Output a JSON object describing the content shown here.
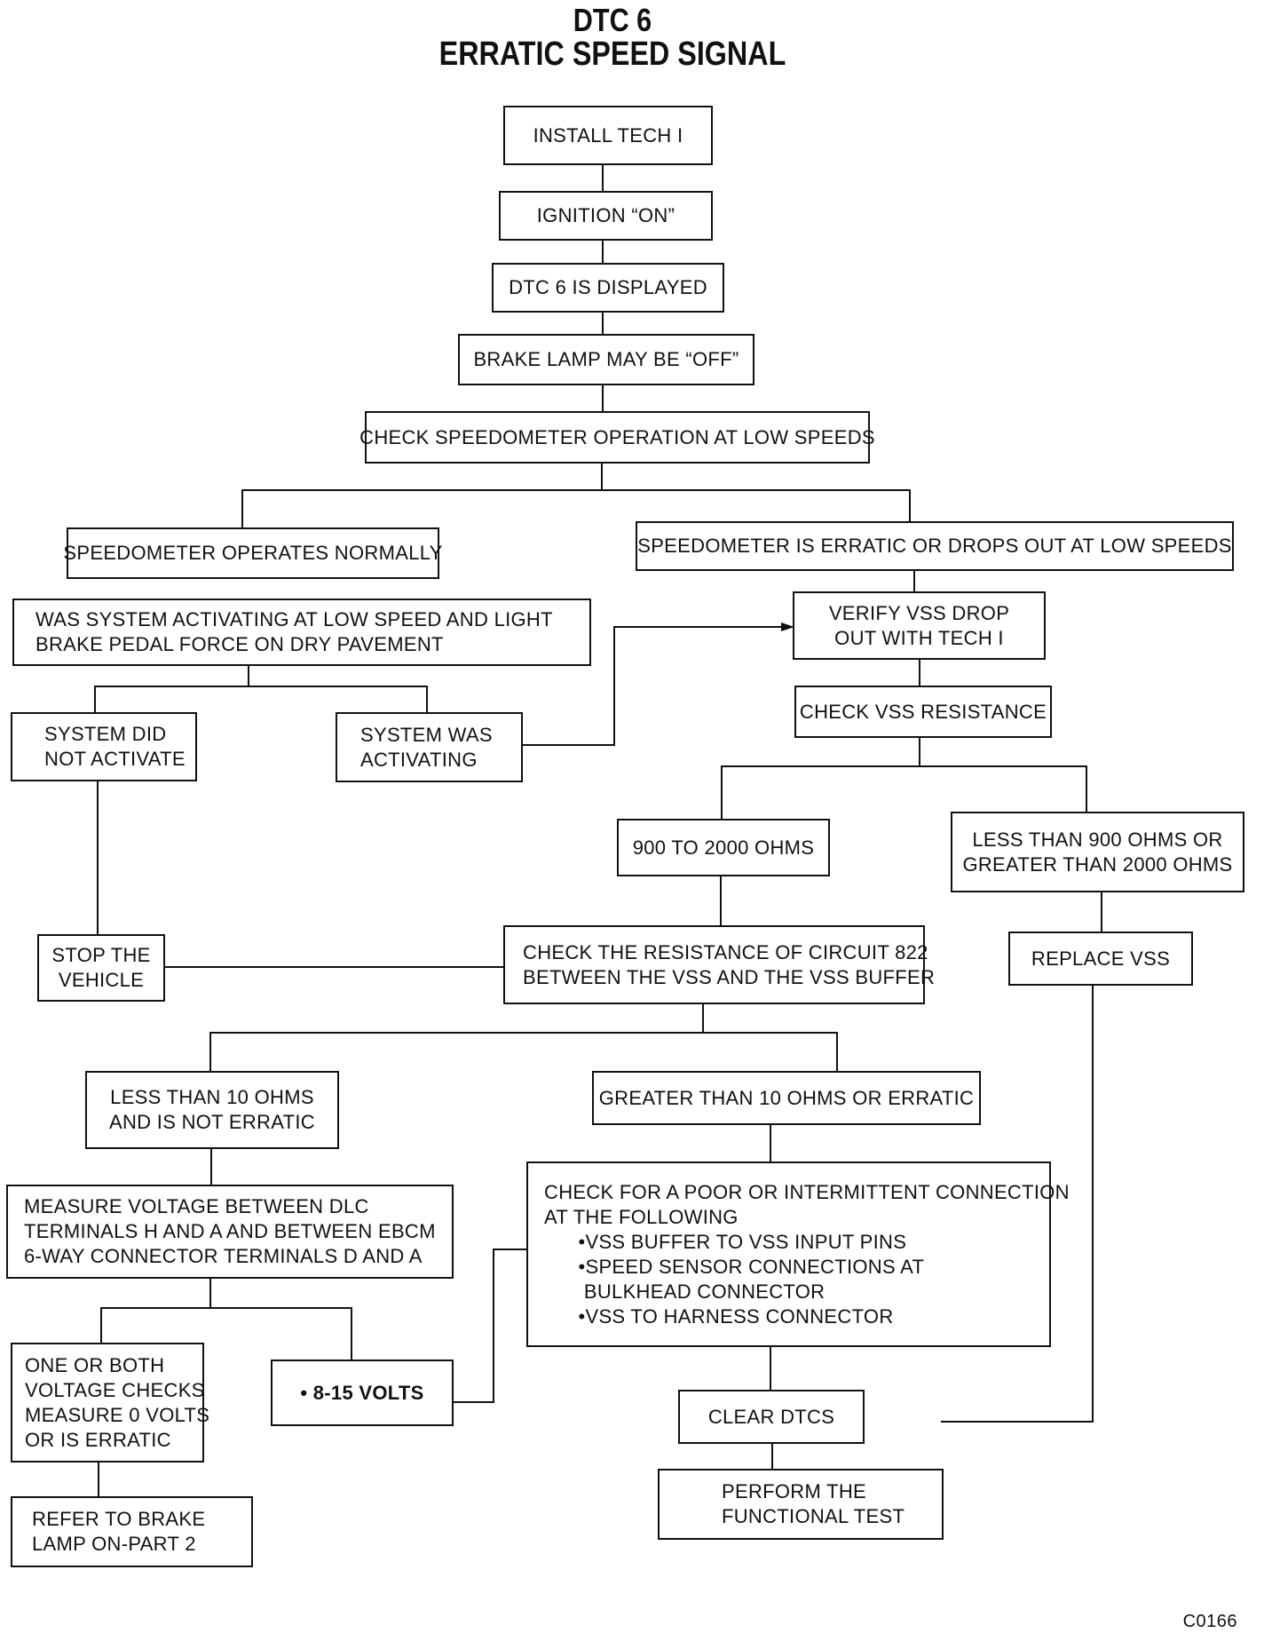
{
  "title": {
    "line1": "DTC 6",
    "line2": "ERRATIC SPEED SIGNAL"
  },
  "nodes": {
    "install": "INSTALL TECH I",
    "ignition": "IGNITION “ON”",
    "dtc6_displayed": "DTC 6 IS DISPLAYED",
    "brake_lamp": "BRAKE LAMP MAY BE “OFF”",
    "check_speedo": "CHECK SPEEDOMETER OPERATION AT LOW SPEEDS",
    "speedo_normal": "SPEEDOMETER OPERATES NORMALLY",
    "speedo_erratic": "SPEEDOMETER IS ERRATIC OR DROPS OUT AT LOW SPEEDS",
    "was_activating": [
      "WAS SYSTEM ACTIVATING AT LOW SPEED AND LIGHT",
      "BRAKE PEDAL FORCE ON DRY PAVEMENT"
    ],
    "verify_vss": [
      "VERIFY VSS DROP",
      "OUT WITH TECH I"
    ],
    "did_not_activate": [
      "SYSTEM DID",
      "NOT ACTIVATE"
    ],
    "was_activating_yes": [
      "SYSTEM WAS",
      "ACTIVATING"
    ],
    "check_vss_res": "CHECK VSS RESISTANCE",
    "ohms_900_2000": "900 TO 2000 OHMS",
    "ohms_out_range": [
      "LESS THAN 900 OHMS OR",
      "GREATER THAN 2000 OHMS"
    ],
    "stop_vehicle": [
      "STOP THE",
      "VEHICLE"
    ],
    "check_circuit": [
      "CHECK THE RESISTANCE OF CIRCUIT 822",
      "BETWEEN THE VSS AND THE VSS BUFFER"
    ],
    "replace_vss": "REPLACE VSS",
    "less_10": [
      "LESS THAN 10 OHMS",
      "AND IS NOT ERRATIC"
    ],
    "greater_10": "GREATER THAN 10 OHMS OR ERRATIC",
    "measure_voltage": [
      "MEASURE VOLTAGE BETWEEN DLC",
      "TERMINALS H AND A AND BETWEEN EBCM",
      "6-WAY CONNECTOR TERMINALS D AND A"
    ],
    "check_poor": [
      "CHECK FOR A POOR OR INTERMITTENT CONNECTION",
      "AT THE FOLLOWING",
      "      •VSS BUFFER TO VSS INPUT PINS",
      "      •SPEED SENSOR CONNECTIONS AT",
      "       BULKHEAD CONNECTOR",
      "      •VSS TO HARNESS CONNECTOR"
    ],
    "one_or_both": [
      "ONE OR BOTH",
      "VOLTAGE CHECKS",
      "MEASURE 0 VOLTS",
      "OR IS ERRATIC"
    ],
    "volts_8_15": "• 8-15 VOLTS",
    "clear_dtcs": "CLEAR DTCS",
    "refer_brake": [
      "REFER TO BRAKE",
      "LAMP ON-PART 2"
    ],
    "functional_test": [
      "PERFORM THE",
      "FUNCTIONAL TEST"
    ]
  },
  "footer": "C0166"
}
